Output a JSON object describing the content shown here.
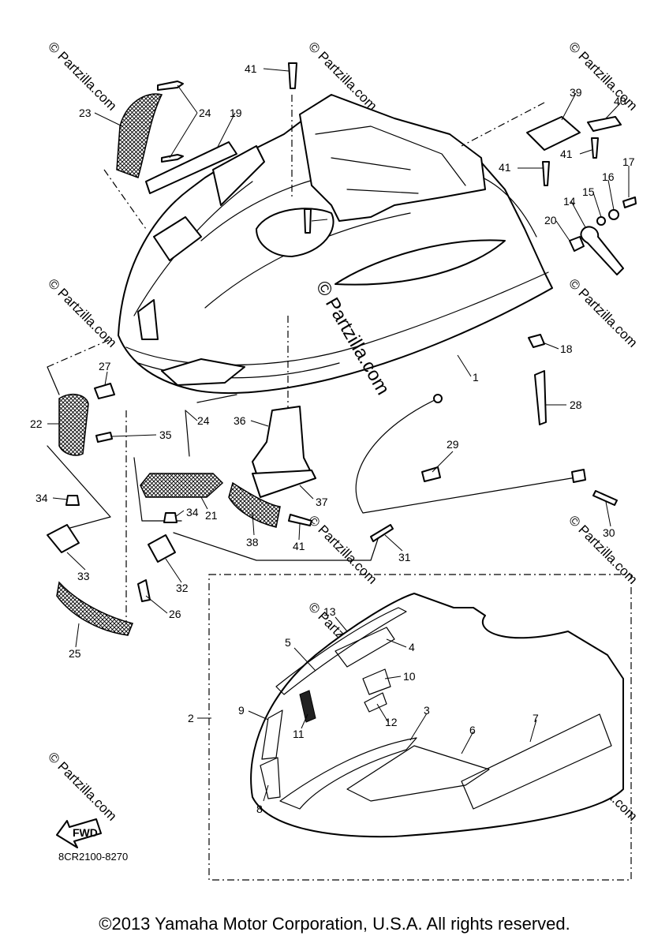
{
  "diagram": {
    "callouts": [
      "41",
      "23",
      "24",
      "19",
      "39",
      "40",
      "41",
      "17",
      "16",
      "15",
      "14",
      "41",
      "20",
      "18",
      "1",
      "27",
      "22",
      "24",
      "35",
      "36",
      "34",
      "28",
      "29",
      "30",
      "37",
      "21",
      "33",
      "34",
      "38",
      "41",
      "31",
      "32",
      "26",
      "25",
      "2",
      "13",
      "5",
      "4",
      "10",
      "9",
      "12",
      "3",
      "6",
      "7",
      "11",
      "8"
    ],
    "fwd_label": "FWD",
    "drawing_code": "8CR2100-8270",
    "watermark": "© Partzilla.com",
    "center_watermark": "© Partzilla.com"
  },
  "footer": {
    "copyright": "©2013 Yamaha Motor Corporation, U.S.A. All rights reserved."
  }
}
